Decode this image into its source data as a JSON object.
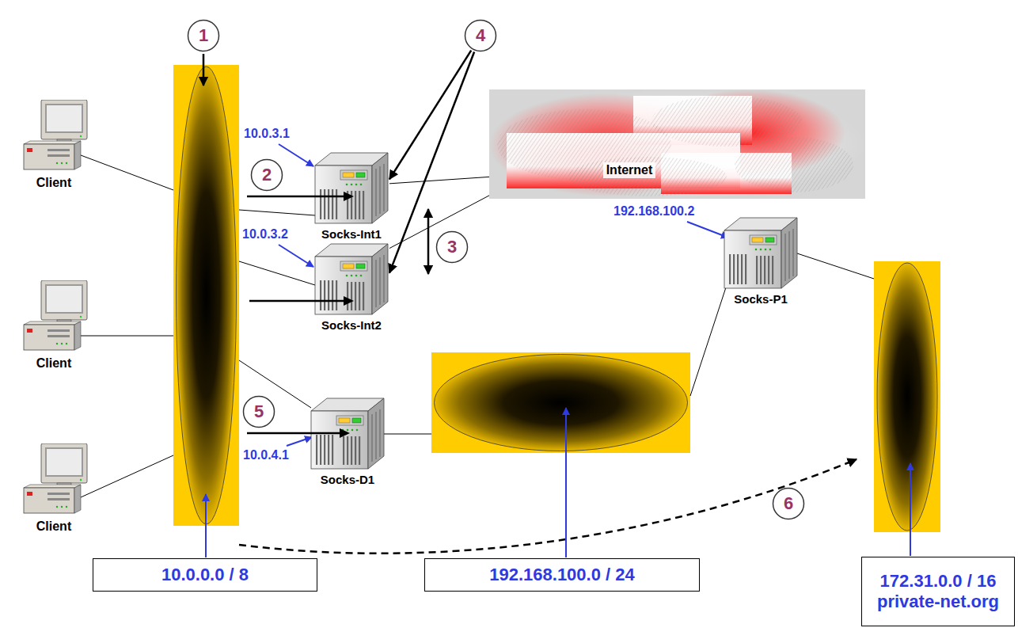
{
  "diagram": {
    "nodes": [
      {
        "text": [
          "1"
        ]
      },
      {
        "text": [
          "4"
        ]
      },
      {
        "text": [
          "Client"
        ]
      },
      {
        "text": [
          "Socks-Int1"
        ]
      },
      {
        "text": [
          "2"
        ]
      },
      {
        "text": [
          "Internet"
        ]
      },
      {
        "text": [
          "3"
        ]
      },
      {
        "text": [
          "Socks-Int2"
        ]
      },
      {
        "text": [
          "Client"
        ]
      },
      {
        "text": [
          "Socks-P1"
        ]
      },
      {
        "text": [
          "5"
        ]
      },
      {
        "text": [
          "Socks-D1"
        ]
      },
      {
        "text": [
          "Client"
        ]
      },
      {
        "text": [
          "6"
        ]
      },
      {
        "text": [
          "10.0.0.0 / 8"
        ]
      },
      {
        "text": [
          "192.168.100.0 / 24"
        ]
      },
      {
        "text": [
          "172.31.0.0 / 16 private-net.org"
        ]
      }
    ],
    "edges": [
      {
        "from": 1,
        "to": 3,
        "arrow": "to"
      },
      {
        "from": 1,
        "to": 7,
        "arrow": "to"
      },
      {
        "from": 3,
        "to": 5,
        "arrow": "none"
      },
      {
        "from": 7,
        "to": 5,
        "arrow": "none"
      }
    ],
    "labels": [
      "10.0.3.1",
      "10.0.3.2",
      "192.168.100.2",
      "10.0.4.1"
    ]
  }
}
